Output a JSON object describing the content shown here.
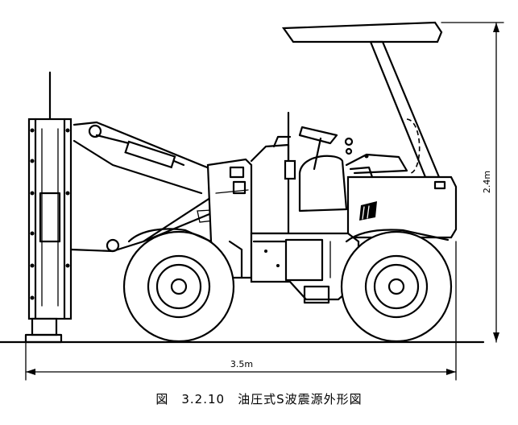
{
  "dimensions": {
    "width_label": "3.5m",
    "height_label": "2.4m"
  },
  "caption": "図　3.2.10　油圧式S波震源外形図"
}
